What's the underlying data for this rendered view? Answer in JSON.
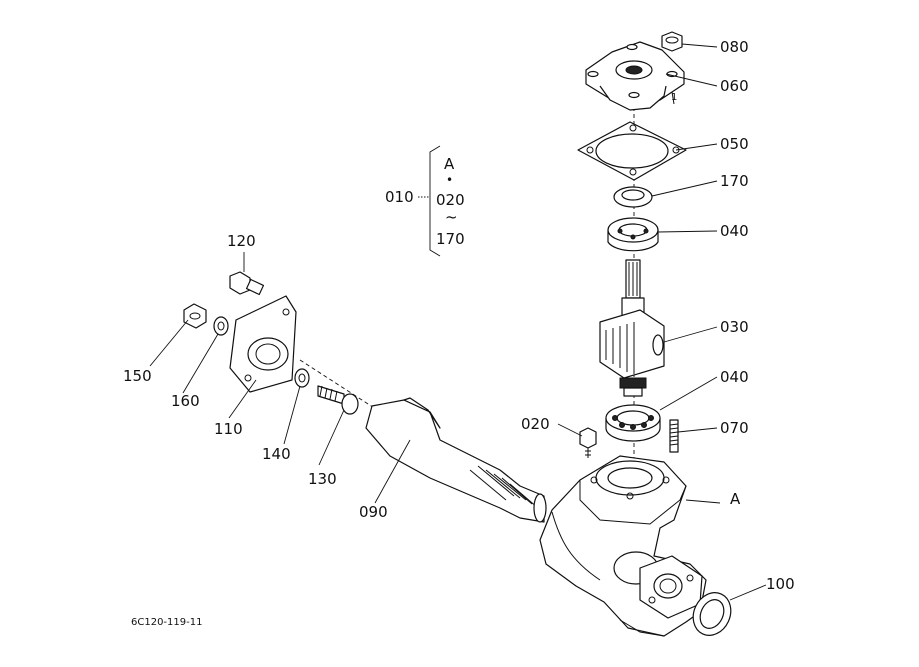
{
  "diagram_id": "6C120-119-11",
  "assembly": {
    "ref": "010",
    "range_marker": "A",
    "range_dot": "•",
    "range_start": "020",
    "range_tilde": "~",
    "range_end": "170"
  },
  "parts": [
    {
      "ref": "080"
    },
    {
      "ref": "060"
    },
    {
      "ref": "050"
    },
    {
      "ref": "170"
    },
    {
      "ref": "040"
    },
    {
      "ref": "030"
    },
    {
      "ref": "040"
    },
    {
      "ref": "020"
    },
    {
      "ref": "070"
    },
    {
      "ref": "100"
    },
    {
      "ref": "120"
    },
    {
      "ref": "150"
    },
    {
      "ref": "160"
    },
    {
      "ref": "110"
    },
    {
      "ref": "140"
    },
    {
      "ref": "130"
    },
    {
      "ref": "090"
    }
  ],
  "housing_marker": "A",
  "marker_1": "1"
}
